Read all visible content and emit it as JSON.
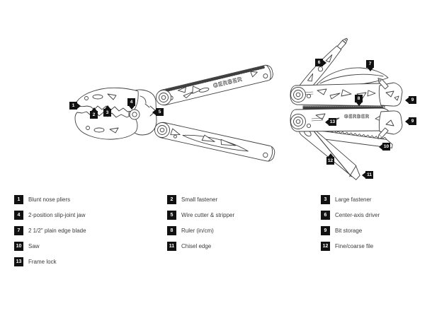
{
  "colors": {
    "background": "#ffffff",
    "line_art": "#3f3f3f",
    "callout_bg": "#111111",
    "callout_text": "#ffffff",
    "legend_text": "#3b3b3b"
  },
  "brand": "GERBER",
  "callouts": [
    "1",
    "2",
    "3",
    "4",
    "5",
    "6",
    "7",
    "8",
    "9",
    "9",
    "10",
    "11",
    "12",
    "13"
  ],
  "legend": {
    "col1": [
      {
        "num": "1",
        "label": "Blunt nose pliers"
      },
      {
        "num": "4",
        "label": "2-position slip-joint jaw"
      },
      {
        "num": "7",
        "label": "2 1/2\" plain edge blade"
      },
      {
        "num": "10",
        "label": "Saw"
      },
      {
        "num": "13",
        "label": "Frame lock"
      }
    ],
    "col2": [
      {
        "num": "2",
        "label": "Small fastener"
      },
      {
        "num": "5",
        "label": "Wire cutter & stripper"
      },
      {
        "num": "8",
        "label": "Ruler (in/cm)"
      },
      {
        "num": "11",
        "label": "Chisel edge"
      }
    ],
    "col3": [
      {
        "num": "3",
        "label": "Large fastener"
      },
      {
        "num": "6",
        "label": "Center-axis driver"
      },
      {
        "num": "9",
        "label": "Bit storage"
      },
      {
        "num": "12",
        "label": "Fine/coarse file"
      }
    ]
  }
}
